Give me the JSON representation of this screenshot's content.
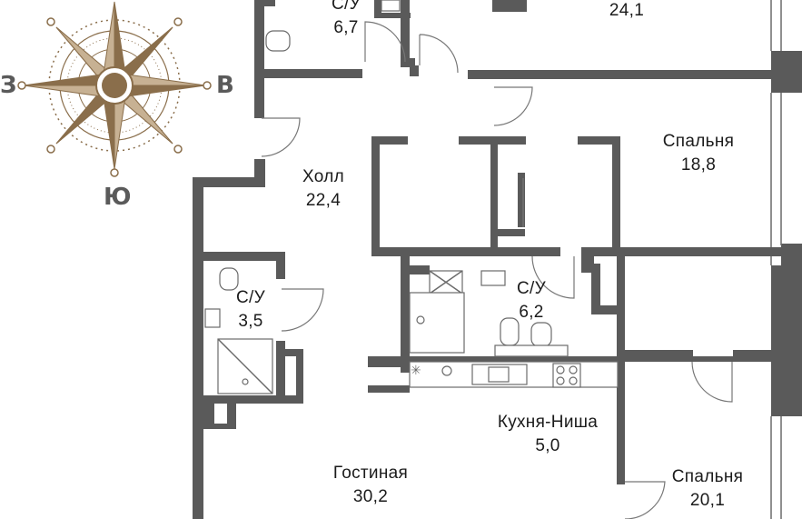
{
  "compass": {
    "west": "З",
    "east": "В",
    "south": "Ю",
    "color": "#8a6e4b"
  },
  "rooms": [
    {
      "key": "bath-top",
      "name": "С/У",
      "area": "6,7"
    },
    {
      "key": "room-top",
      "name": "",
      "area": "24,1"
    },
    {
      "key": "hall",
      "name": "Холл",
      "area": "22,4"
    },
    {
      "key": "bedroom-1",
      "name": "Спальня",
      "area": "18,8"
    },
    {
      "key": "bath-small",
      "name": "С/У",
      "area": "3,5"
    },
    {
      "key": "bath-mid",
      "name": "С/У",
      "area": "6,2"
    },
    {
      "key": "kitchen",
      "name": "Кухня-Ниша",
      "area": "5,0"
    },
    {
      "key": "living",
      "name": "Гостиная",
      "area": "30,2"
    },
    {
      "key": "bedroom-2",
      "name": "Спальня",
      "area": "20,1"
    }
  ],
  "colors": {
    "wall": "#5a5a5a",
    "accent": "#8a6e4b"
  }
}
